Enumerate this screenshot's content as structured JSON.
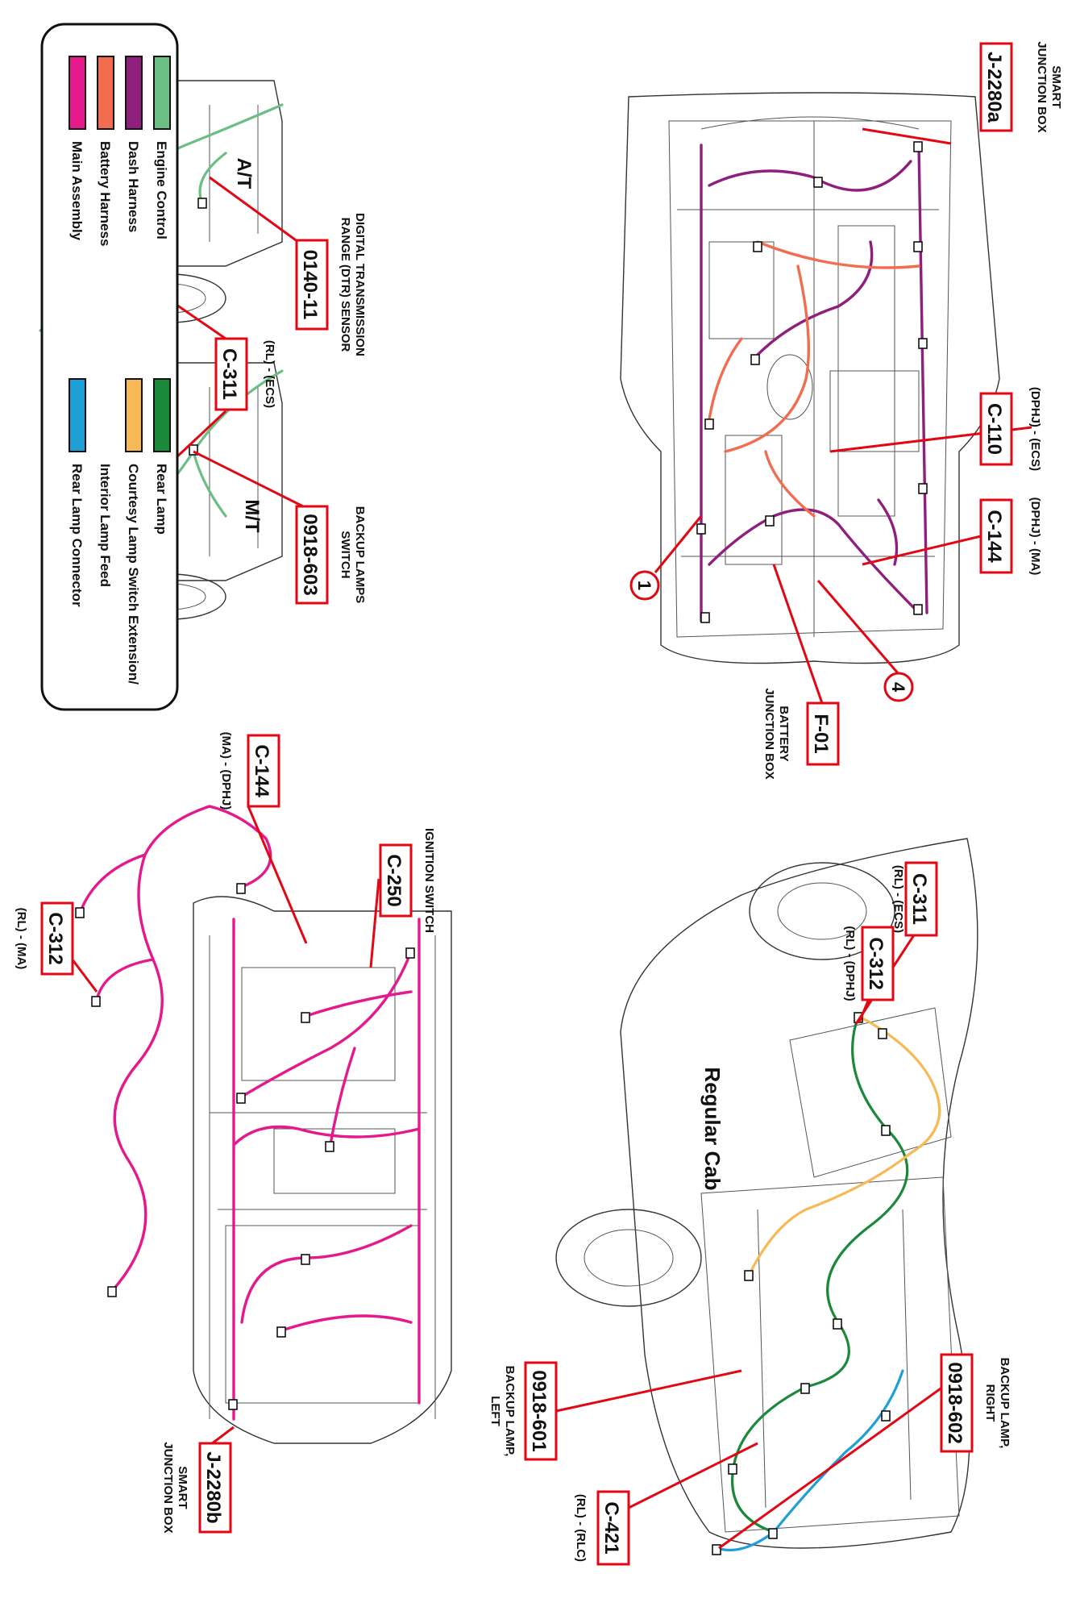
{
  "labels": {
    "j2280a": "J-2280a",
    "smart_jb_top": "SMART",
    "smart_jb_bottom": "JUNCTION BOX",
    "c110": "C-110",
    "c110_sub": "(DPHJ) - (ECS)",
    "c144_engine": "C-144",
    "c144_engine_sub": "(DPHJ) - (MA)",
    "marker_1": "1",
    "marker_4": "4",
    "f01": "F-01",
    "battery_jb_top": "BATTERY",
    "battery_jb_bottom": "JUNCTION BOX",
    "at": "A/T",
    "mt": "M/T",
    "dtr_code": "0140-11",
    "dtr_line1": "DIGITAL TRANSMISSION",
    "dtr_line2": "RANGE (DTR) SENSOR",
    "c311_trans": "C-311",
    "c311_trans_sub": "(RL) - (ECS)",
    "backup_switch_code": "0918-603",
    "backup_switch_line1": "BACKUP LAMPS",
    "backup_switch_line2": "SWITCH",
    "c144_dash": "C-144",
    "c144_dash_sub": "(MA) - (DPHJ)",
    "c250": "C-250",
    "ignition_switch": "IGNITION SWITCH",
    "c312_dash": "C-312",
    "c312_dash_sub": "(RL) - (MA)",
    "j2280b": "J-2280b",
    "smart_jb2_top": "SMART",
    "smart_jb2_bottom": "JUNCTION BOX",
    "c311_truck": "C-311",
    "c311_truck_sub": "(RL) - (ECS)",
    "c312_truck": "C-312",
    "c312_truck_sub": "(RL) - (DPHJ)",
    "regular_cab": "Regular Cab",
    "backup_right_code": "0918-602",
    "backup_right_line1": "BACKUP LAMP,",
    "backup_right_line2": "RIGHT",
    "backup_left_code": "0918-601",
    "backup_left_line1": "BACKUP LAMP,",
    "backup_left_line2": "LEFT",
    "c421": "C-421",
    "c421_sub": "(RL) - (RLC)"
  },
  "legend": {
    "items": [
      {
        "label": "Engine Control",
        "color": "#6cbf84"
      },
      {
        "label": "Dash Harness",
        "color": "#8e1f7c"
      },
      {
        "label": "Battery Harness",
        "color": "#f26d4f"
      },
      {
        "label": "Main Assembly",
        "color": "#e6198c"
      },
      {
        "label": "Rear Lamp",
        "color": "#1a8a3a"
      },
      {
        "label": "Courtesy Lamp Switch Extension/",
        "color": "#f7b955"
      },
      {
        "label": "Interior Lamp Feed",
        "color": ""
      },
      {
        "label": "Rear Lamp Connector",
        "color": "#1e9fd6"
      }
    ]
  }
}
